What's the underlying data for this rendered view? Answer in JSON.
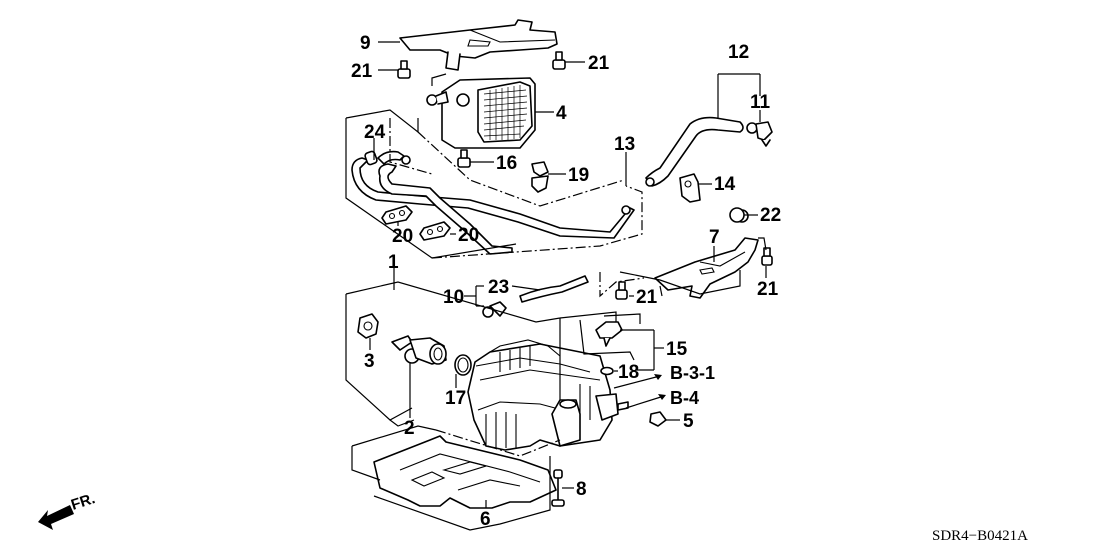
{
  "diagram": {
    "drawing_code": "SDR4−B0421A",
    "front_indicator": "FR.",
    "callouts": {
      "c1": "1",
      "c2": "2",
      "c3": "3",
      "c4": "4",
      "c5": "5",
      "c6": "6",
      "c7": "7",
      "c8": "8",
      "c9": "9",
      "c10": "10",
      "c11": "11",
      "c12": "12",
      "c13": "13",
      "c14": "14",
      "c15": "15",
      "c16": "16",
      "c17": "17",
      "c18": "18",
      "c19": "19",
      "c20a": "20",
      "c20b": "20",
      "c21a": "21",
      "c21b": "21",
      "c21c": "21",
      "c21d": "21",
      "c22": "22",
      "c23": "23",
      "c24": "24"
    },
    "references": {
      "b31": "B-3-1",
      "b4": "B-4"
    }
  }
}
